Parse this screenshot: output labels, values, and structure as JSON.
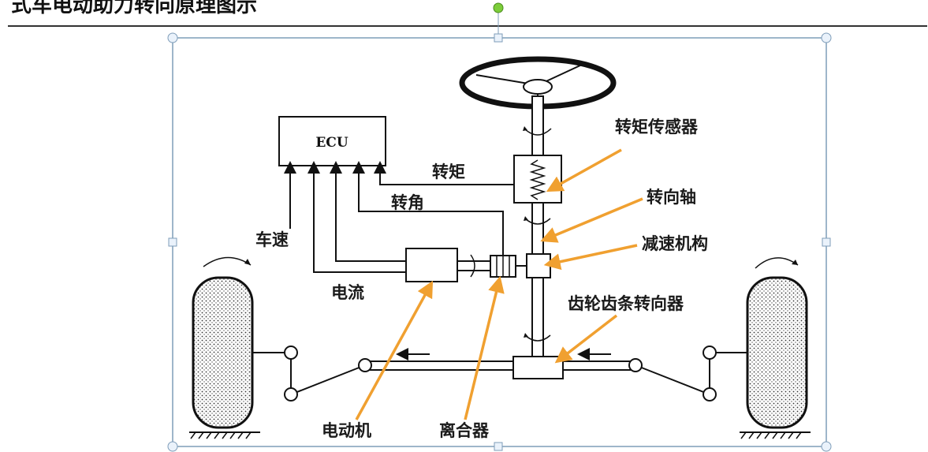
{
  "document": {
    "heading": "式车电动助力转向原理图示"
  },
  "diagram": {
    "ecu_label": "ECU",
    "labels": {
      "torque_sensor": "转矩传感器",
      "torque": "转矩",
      "steering_shaft": "转向轴",
      "steering_angle": "转角",
      "vehicle_speed": "车速",
      "reducer": "减速机构",
      "current": "电流",
      "rack_pinion": "齿轮齿条转向器",
      "motor": "电动机",
      "clutch": "离合器"
    },
    "colors": {
      "pointer": "#f0a030",
      "line": "#111111",
      "frame": "#7f9db9",
      "handle_fill": "#eaf2fb",
      "rotate_handle": "#7ccd3a"
    },
    "icons": [
      "steering-wheel-icon",
      "wheel-icon",
      "rotation-arrow-icon"
    ]
  }
}
